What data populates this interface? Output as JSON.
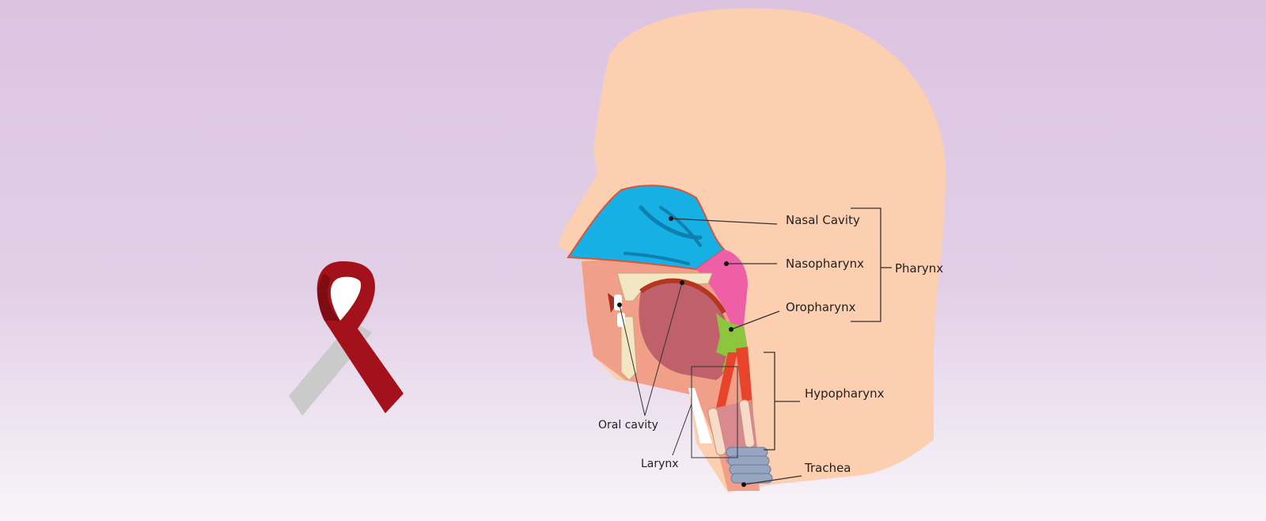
{
  "labels": {
    "nasal_cavity": "Nasal Cavity",
    "nasopharynx": "Nasopharynx",
    "oropharynx": "Oropharynx",
    "pharynx": "Pharynx",
    "hypopharynx": "Hypopharynx",
    "trachea": "Trachea",
    "larynx": "Larynx",
    "oral_cavity": "Oral cavity"
  },
  "colors": {
    "skin": "#fbcfb0",
    "nasal": "#17b0e4",
    "nasopharynx": "#ee5fa8",
    "oropharynx": "#8cc63f",
    "ribbon_red": "#a3111a",
    "ribbon_gray": "#c9c9c9"
  }
}
